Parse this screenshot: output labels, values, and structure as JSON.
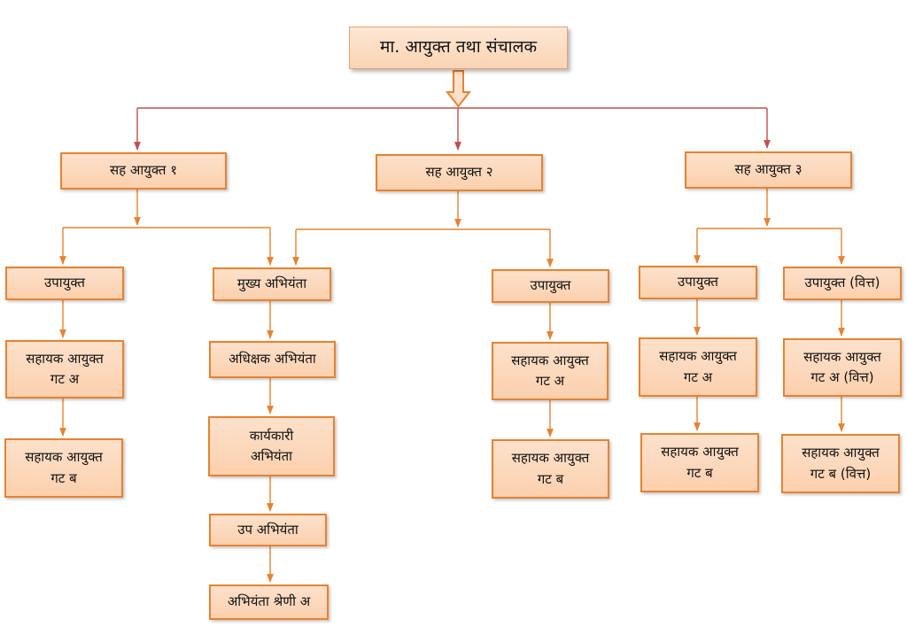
{
  "colors": {
    "node_fill": "#fbd5b5",
    "node_border": "#e8822f",
    "top_connector": "#c0504d",
    "connector": "#e8822f"
  },
  "org": {
    "root": "मा. आयुक्त तथा संचालक",
    "jc1": {
      "title": "सह आयुक्त १",
      "deputy": "उपायुक्त",
      "asst_a": "सहायक आयुक्त\nगट अ",
      "asst_b": "सहायक आयुक्त\nगट ब",
      "chief_engineer": "मुख्य अभियंता",
      "superintending": "अधिक्षक अभियंता",
      "executive": "कार्यकारी\nअभियंता",
      "deputy_engineer": "उप अभियंता",
      "engineer_grade_a": "अभियंता श्रेणी अ"
    },
    "jc2": {
      "title": "सह आयुक्त २",
      "deputy": "उपायुक्त",
      "asst_a": "सहायक आयुक्त\nगट अ",
      "asst_b": "सहायक आयुक्त\nगट ब"
    },
    "jc3": {
      "title": "सह आयुक्त ३",
      "deputy": "उपायुक्त",
      "asst_a": "सहायक आयुक्त\nगट अ",
      "asst_b": "सहायक आयुक्त\nगट ब",
      "deputy_finance": "उपायुक्त (वित्त)",
      "asst_a_finance": "सहायक आयुक्त\nगट अ (वित्त)",
      "asst_b_finance": "सहायक आयुक्त\nगट ब (वित्त)"
    }
  }
}
